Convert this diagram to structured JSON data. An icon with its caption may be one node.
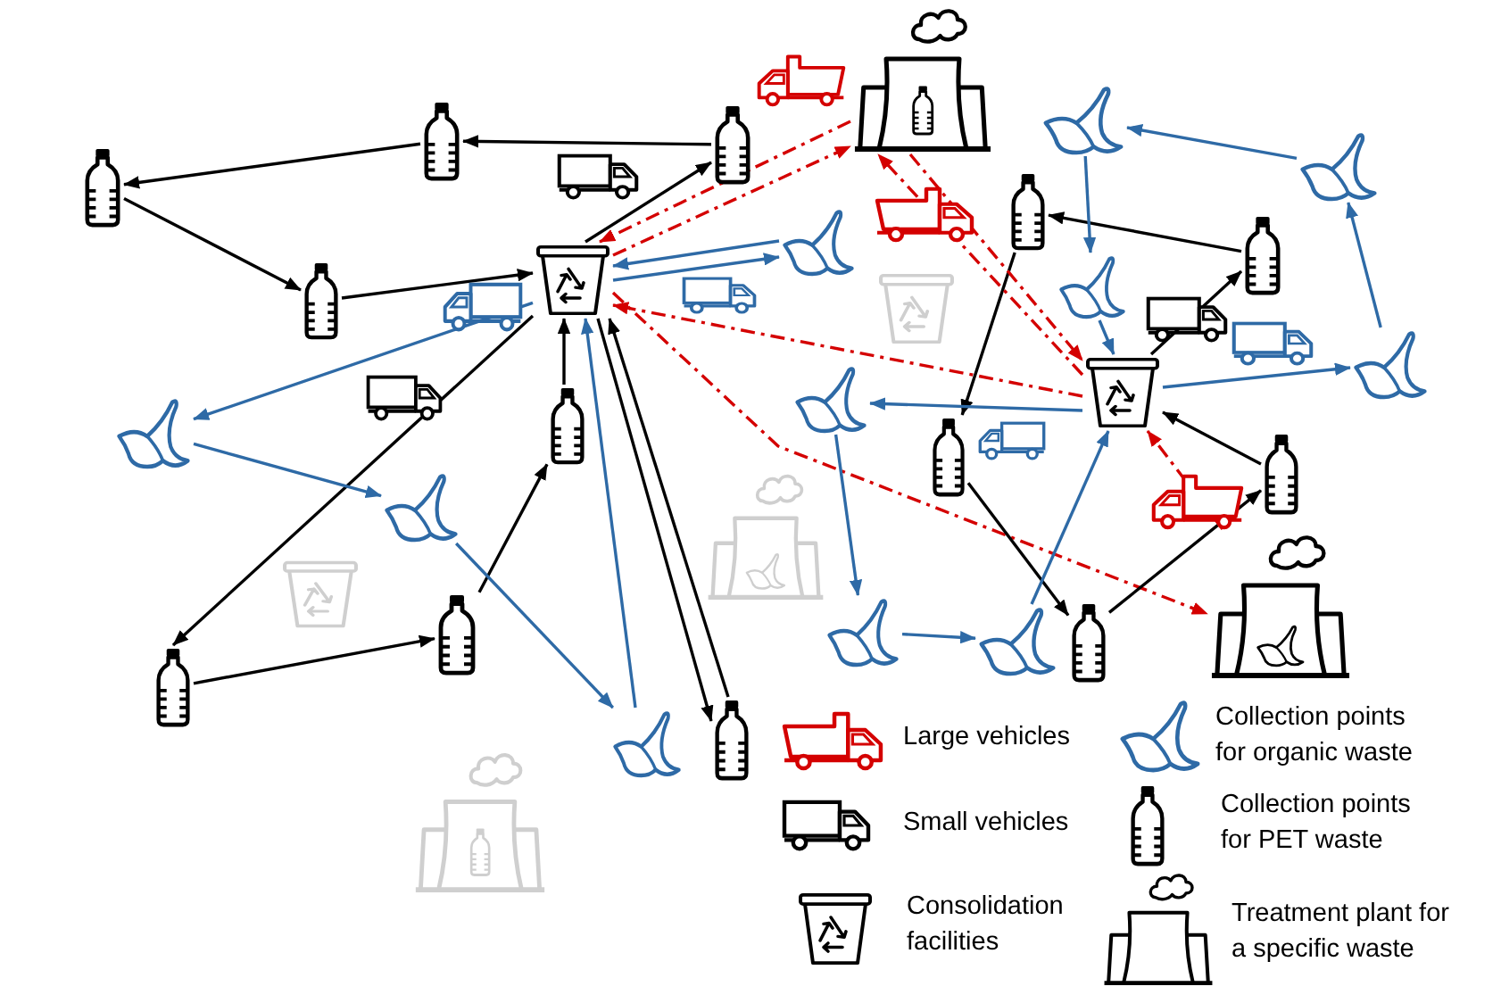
{
  "diagram": {
    "nodes": [
      {
        "text": [],
        "shape": "picture"
      },
      {
        "text": [],
        "shape": "picture"
      },
      {
        "text": [],
        "shape": "picture"
      },
      {
        "text": [],
        "shape": "picture"
      },
      {
        "text": [],
        "shape": "picture"
      },
      {
        "text": [],
        "shape": "picture"
      },
      {
        "text": [],
        "shape": "picture"
      },
      {
        "text": [],
        "shape": "picture"
      },
      {
        "text": [],
        "shape": "picture"
      },
      {
        "text": [],
        "shape": "picture"
      },
      {
        "text": [],
        "shape": "picture"
      },
      {
        "text": [],
        "shape": "picture"
      },
      {
        "text": [],
        "shape": "picture"
      },
      {
        "text": [],
        "shape": "picture"
      },
      {
        "text": [],
        "shape": "picture"
      },
      {
        "text": [],
        "shape": "picture"
      },
      {
        "text": [],
        "shape": "picture"
      },
      {
        "text": [],
        "shape": "picture"
      },
      {
        "text": [],
        "shape": "picture"
      },
      {
        "text": [],
        "shape": "picture"
      },
      {
        "text": [],
        "shape": "picture"
      },
      {
        "text": [],
        "shape": "picture"
      },
      {
        "text": [],
        "shape": "picture"
      },
      {
        "text": [],
        "shape": "picture"
      },
      {
        "text": [],
        "shape": "picture"
      },
      {
        "text": [],
        "shape": "picture"
      },
      {
        "text": [],
        "shape": "picture"
      },
      {
        "text": [],
        "shape": "picture"
      },
      {
        "text": [],
        "shape": "picture"
      },
      {
        "text": [],
        "shape": "picture"
      },
      {
        "text": [],
        "shape": "picture"
      },
      {
        "text": [],
        "shape": "picture"
      }
    ],
    "edges": [
      {
        "from": 3,
        "to": 2,
        "arrow": "to"
      },
      {
        "from": 2,
        "to": 5,
        "arrow": "to"
      },
      {
        "from": 5,
        "to": 11,
        "arrow": "to"
      },
      {
        "from": 11,
        "to": 9,
        "arrow": "to"
      },
      {
        "from": 9,
        "to": 3,
        "arrow": "to"
      },
      {
        "from": 9,
        "to": 28,
        "arrow": "to"
      },
      {
        "from": 28,
        "to": 24,
        "arrow": "to"
      },
      {
        "from": 24,
        "to": 16,
        "arrow": "to"
      },
      {
        "from": 16,
        "to": 9,
        "arrow": "to"
      },
      {
        "from": 9,
        "to": 29,
        "arrow": "to"
      },
      {
        "from": 29,
        "to": 9,
        "arrow": "to"
      },
      {
        "from": 30,
        "to": 9,
        "arrow": "to",
        "color": "#2e6aa6"
      },
      {
        "from": 21,
        "to": 30,
        "arrow": "to",
        "color": "#2e6aa6"
      },
      {
        "from": 18,
        "to": 21,
        "arrow": "to",
        "color": "#2e6aa6"
      },
      {
        "from": 9,
        "to": 18,
        "arrow": "to",
        "color": "#2e6aa6"
      },
      {
        "from": 7,
        "to": 9,
        "arrow": "to",
        "color": "#2e6aa6"
      },
      {
        "from": 9,
        "to": 7,
        "arrow": "to",
        "color": "#2e6aa6"
      },
      {
        "from": 0,
        "to": 9,
        "arrow": "to",
        "style": "dashed",
        "color": "#d40000"
      },
      {
        "from": 9,
        "to": 0,
        "arrow": "to",
        "style": "dashed",
        "color": "#d40000"
      },
      {
        "from": 14,
        "to": 9,
        "arrow": "to",
        "style": "dashed",
        "color": "#d40000"
      },
      {
        "from": 9,
        "to": 22,
        "arrow": "to",
        "style": "dashed",
        "color": "#d40000"
      },
      {
        "from": 8,
        "to": 6,
        "arrow": "to"
      },
      {
        "from": 6,
        "to": 17,
        "arrow": "to"
      },
      {
        "from": 17,
        "to": 26,
        "arrow": "to"
      },
      {
        "from": 26,
        "to": 20,
        "arrow": "to"
      },
      {
        "from": 20,
        "to": 14,
        "arrow": "to"
      },
      {
        "from": 14,
        "to": 8,
        "arrow": "to"
      },
      {
        "from": 1,
        "to": 10,
        "arrow": "to",
        "color": "#2e6aa6"
      },
      {
        "from": 4,
        "to": 1,
        "arrow": "to",
        "color": "#2e6aa6"
      },
      {
        "from": 13,
        "to": 4,
        "arrow": "to",
        "color": "#2e6aa6"
      },
      {
        "from": 14,
        "to": 13,
        "arrow": "to",
        "color": "#2e6aa6"
      },
      {
        "from": 10,
        "to": 14,
        "arrow": "to",
        "color": "#2e6aa6"
      },
      {
        "from": 14,
        "to": 15,
        "arrow": "to",
        "color": "#2e6aa6"
      },
      {
        "from": 15,
        "to": 25,
        "arrow": "to",
        "color": "#2e6aa6"
      },
      {
        "from": 25,
        "to": 27,
        "arrow": "to",
        "color": "#2e6aa6"
      },
      {
        "from": 27,
        "to": 14,
        "arrow": "to",
        "color": "#2e6aa6"
      },
      {
        "from": 0,
        "to": 14,
        "arrow": "to",
        "style": "dashed",
        "color": "#d40000"
      },
      {
        "from": 14,
        "to": 0,
        "arrow": "to",
        "style": "dashed",
        "color": "#d40000"
      },
      {
        "from": 22,
        "to": 14,
        "arrow": "to",
        "style": "dashed",
        "color": "#d40000"
      }
    ],
    "legend": [
      {
        "text": "Large vehicles"
      },
      {
        "text": "Collection points for organic waste"
      },
      {
        "text": "Small vehicles"
      },
      {
        "text": "Collection points for PET waste"
      },
      {
        "text": "Consolidation facilities"
      },
      {
        "text": "Treatment plant for a specific waste"
      }
    ]
  }
}
